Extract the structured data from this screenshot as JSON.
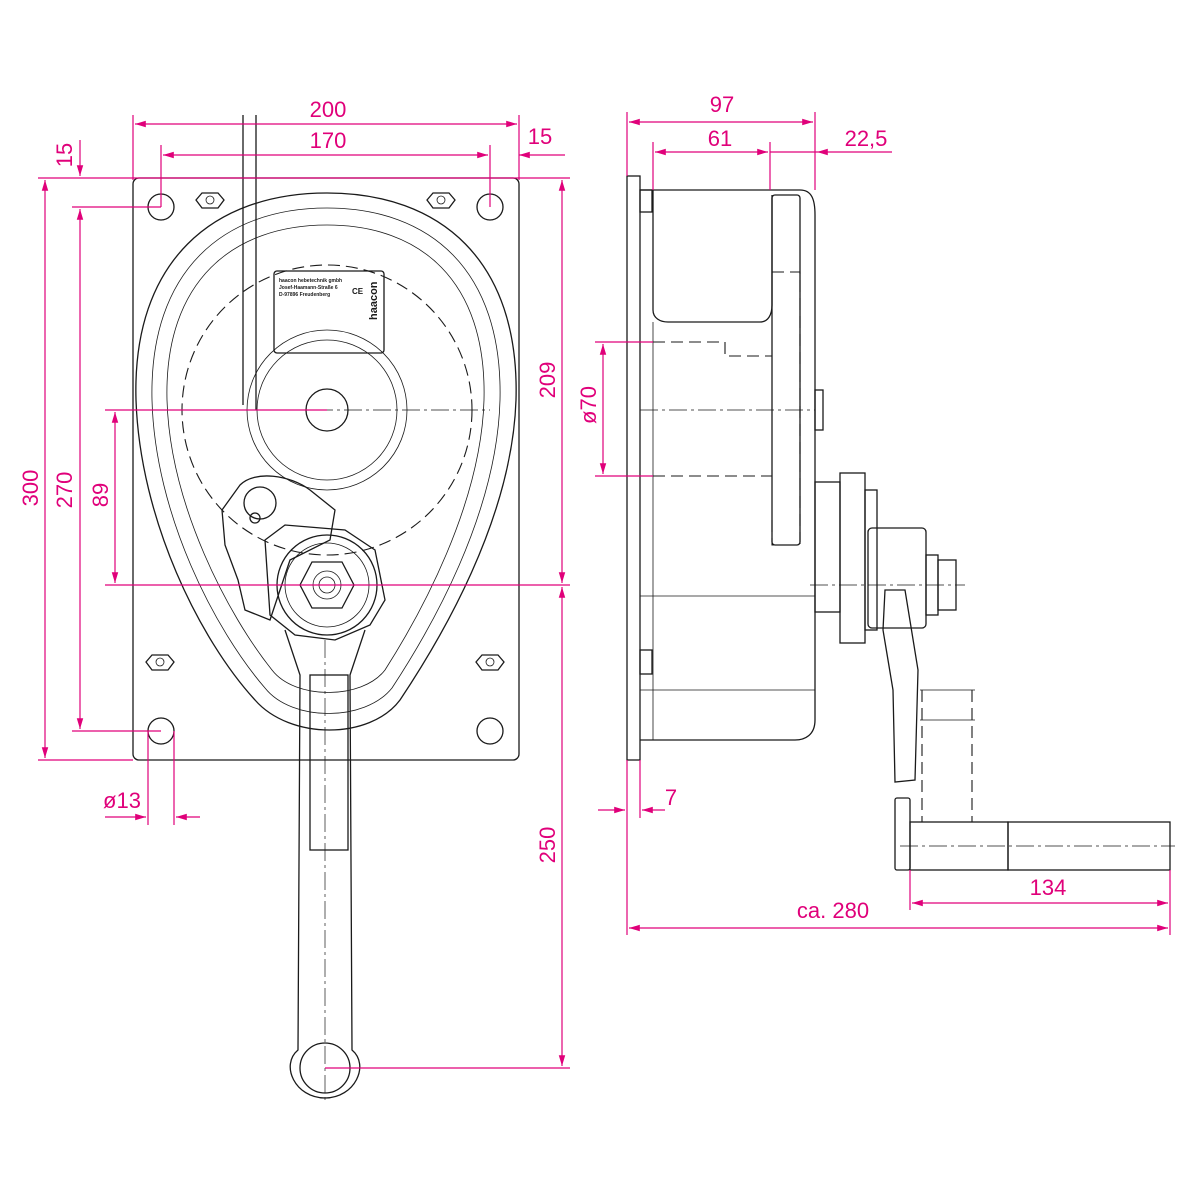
{
  "colors": {
    "dimension": "#e0007a",
    "line": "#1a1a1a"
  },
  "plate": {
    "line1": "haacon hebetechnik gmbh",
    "line2": "Josef-Haamann-Straße 6",
    "line3": "D-97896 Freudenberg",
    "ce": "CE",
    "brand": "haacon"
  },
  "front_view": {
    "width_total": "200",
    "width_holes": "170",
    "edge_left": "15",
    "edge_right": "15",
    "height_total": "300",
    "height_holes": "270",
    "axis_distance": "89",
    "top_to_axis": "209",
    "crank_length": "250",
    "hole_diameter": "ø13"
  },
  "side_view": {
    "depth_total": "97",
    "drum_width": "61",
    "offset": "22,5",
    "drum_diameter": "ø70",
    "plate_thickness": "7",
    "handle_length": "134",
    "overall": "ca. 280"
  }
}
